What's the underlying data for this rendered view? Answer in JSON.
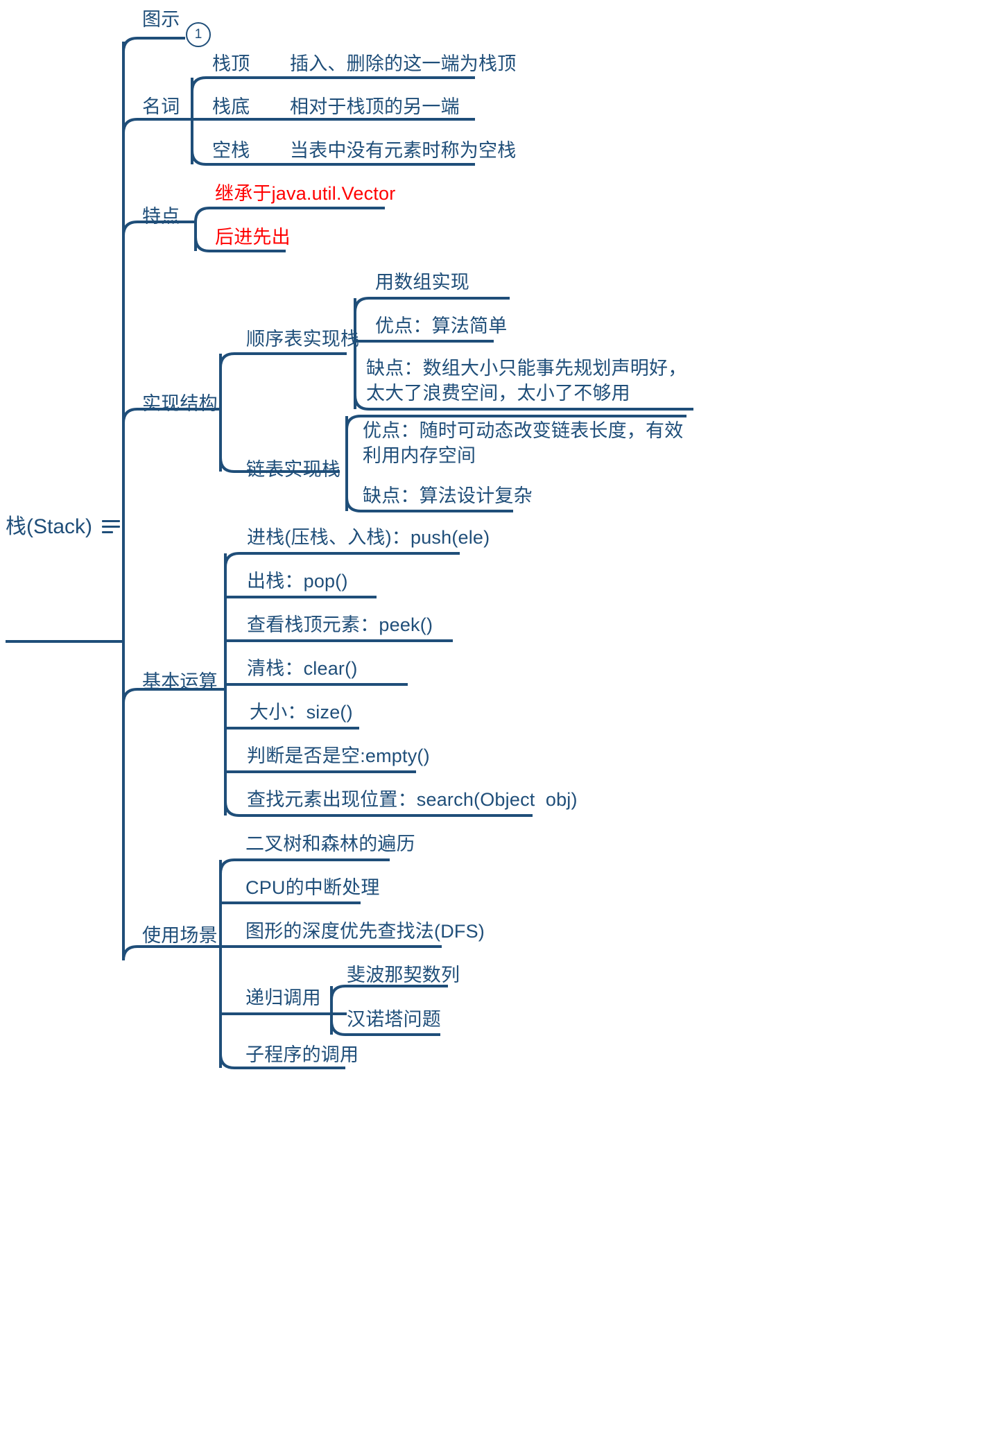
{
  "diagram": {
    "type": "mindmap",
    "title": "栈(Stack)",
    "line_color": "#1F4E79",
    "text_color": "#1F4E79",
    "accent_color": "#FF0000",
    "background": "#FFFFFF"
  },
  "root": {
    "label": "栈(Stack)",
    "icon": "note-lines-icon"
  },
  "branches": {
    "illustration": {
      "label": "图示",
      "badge": "1"
    },
    "terms": {
      "label": "名词",
      "items": [
        {
          "term": "栈顶",
          "desc": "插入、删除的这一端为栈顶"
        },
        {
          "term": "栈底",
          "desc": "相对于栈顶的另一端"
        },
        {
          "term": "空栈",
          "desc": "当表中没有元素时称为空栈"
        }
      ]
    },
    "features": {
      "label": "特点",
      "items": [
        "继承于java.util.Vector",
        "后进先出"
      ]
    },
    "structure": {
      "label": "实现结构",
      "items": [
        {
          "label": "顺序表实现栈",
          "children": [
            "用数组实现",
            "优点：算法简单",
            "缺点：数组大小只能事先规划声明好，太大了浪费空间，太小了不够用"
          ]
        },
        {
          "label": "链表实现栈",
          "children": [
            "优点：随时可动态改变链表长度，有效利用内存空间",
            "缺点：算法设计复杂"
          ]
        }
      ]
    },
    "operations": {
      "label": "基本运算",
      "items": [
        "进栈(压栈、入栈)：push(ele)",
        "出栈：pop()",
        "查看栈顶元素：peek()",
        "清栈：clear()",
        "大小：size()",
        "判断是否是空:empty()",
        "查找元素出现位置：search(Object  obj)"
      ]
    },
    "scenarios": {
      "label": "使用场景",
      "items": [
        {
          "label": "二叉树和森林的遍历",
          "children": []
        },
        {
          "label": "CPU的中断处理",
          "children": []
        },
        {
          "label": "图形的深度优先查找法(DFS)",
          "children": []
        },
        {
          "label": "递归调用",
          "children": [
            "斐波那契数列",
            "汉诺塔问题"
          ]
        },
        {
          "label": "子程序的调用",
          "children": []
        }
      ]
    }
  }
}
